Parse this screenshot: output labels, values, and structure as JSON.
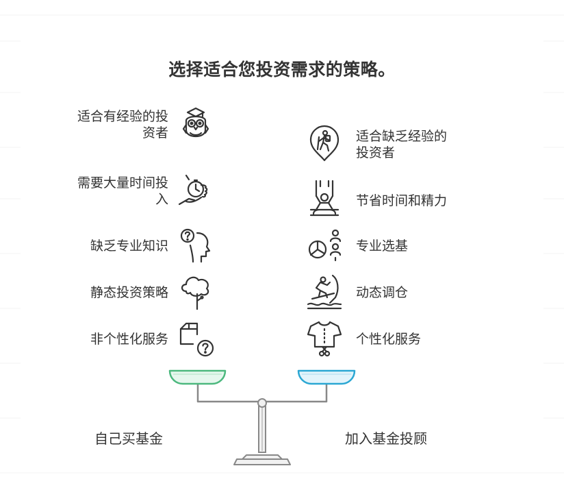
{
  "title": "选择适合您投资需求的策略。",
  "left_items": [
    {
      "label_lines": [
        "适合有经验的投",
        "资者"
      ],
      "icon": "graduate-owl-icon"
    },
    {
      "label_lines": [
        "需要大量时间投",
        "入"
      ],
      "icon": "stopwatch-hand-icon"
    },
    {
      "label_lines": [
        "缺乏专业知识"
      ],
      "icon": "question-head-icon"
    },
    {
      "label_lines": [
        "静态投资策略"
      ],
      "icon": "tree-icon"
    },
    {
      "label_lines": [
        "非个性化服务"
      ],
      "icon": "box-question-icon"
    }
  ],
  "right_items": [
    {
      "label_lines": [
        "适合缺乏经验的",
        "投资者"
      ],
      "icon": "hiker-pin-icon"
    },
    {
      "label_lines": [
        "节省时间和精力"
      ],
      "icon": "swing-icon"
    },
    {
      "label_lines": [
        "专业选基"
      ],
      "icon": "pie-people-icon"
    },
    {
      "label_lines": [
        "动态调仓"
      ],
      "icon": "surfer-icon"
    },
    {
      "label_lines": [
        "个性化服务"
      ],
      "icon": "tailored-shirt-icon"
    }
  ],
  "bottom": {
    "left_label": "自己买基金",
    "right_label": "加入基金投顾"
  },
  "colors": {
    "left_pan_stroke": "#4cb87e",
    "left_pan_fill": "#e6f7ee",
    "right_pan_stroke": "#2ba7d3",
    "right_pan_fill": "#e3f4fb",
    "scale_stroke": "#888888",
    "scale_fill": "#f1f1f1",
    "icon_stroke": "#333333"
  }
}
